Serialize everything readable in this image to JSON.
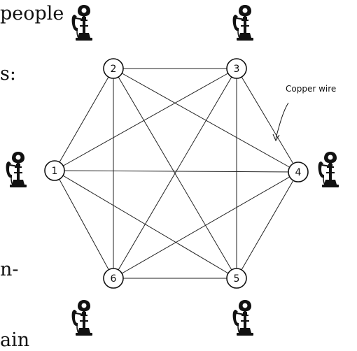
{
  "page_text": {
    "line1": "people",
    "line2": "s:",
    "line3": "n-",
    "line4": "ain"
  },
  "diagram": {
    "nodes": [
      {
        "id": "1",
        "label": "1"
      },
      {
        "id": "2",
        "label": "2"
      },
      {
        "id": "3",
        "label": "3"
      },
      {
        "id": "4",
        "label": "4"
      },
      {
        "id": "5",
        "label": "5"
      },
      {
        "id": "6",
        "label": "6"
      }
    ],
    "edges": [
      [
        "1",
        "2"
      ],
      [
        "1",
        "3"
      ],
      [
        "1",
        "4"
      ],
      [
        "1",
        "5"
      ],
      [
        "1",
        "6"
      ],
      [
        "2",
        "3"
      ],
      [
        "2",
        "4"
      ],
      [
        "2",
        "5"
      ],
      [
        "2",
        "6"
      ],
      [
        "3",
        "4"
      ],
      [
        "3",
        "5"
      ],
      [
        "3",
        "6"
      ],
      [
        "4",
        "5"
      ],
      [
        "4",
        "6"
      ],
      [
        "5",
        "6"
      ]
    ],
    "annotation": "Copper wire",
    "icon": "candlestick-telephone-icon",
    "line_color": "#222222"
  }
}
